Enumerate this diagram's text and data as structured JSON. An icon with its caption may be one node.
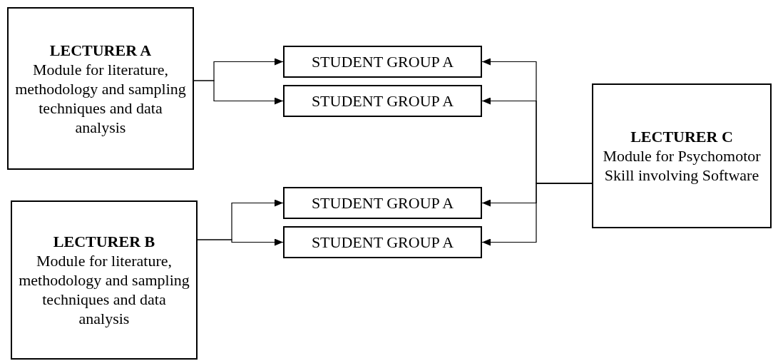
{
  "diagram": {
    "nodes": [
      {
        "text": [
          "LECTURER A",
          "Module for literature, methodology and sampling techniques and data analysis"
        ]
      },
      {
        "text": [
          "STUDENT GROUP A"
        ]
      },
      {
        "text": [
          "STUDENT GROUP A"
        ]
      },
      {
        "text": [
          "LECTURER B",
          "Module for literature, methodology and sampling techniques and data analysis"
        ]
      },
      {
        "text": [
          "STUDENT GROUP A"
        ]
      },
      {
        "text": [
          "STUDENT GROUP A"
        ]
      },
      {
        "text": [
          "LECTURER C",
          "Module for Psychomotor Skill involving Software"
        ]
      }
    ],
    "edges": [
      {
        "from": 0,
        "to": 1,
        "arrow": "to"
      },
      {
        "from": 0,
        "to": 2,
        "arrow": "to"
      },
      {
        "from": 3,
        "to": 4,
        "arrow": "to"
      },
      {
        "from": 3,
        "to": 5,
        "arrow": "to"
      },
      {
        "from": 6,
        "to": 1,
        "arrow": "to"
      },
      {
        "from": 6,
        "to": 2,
        "arrow": "to"
      },
      {
        "from": 6,
        "to": 4,
        "arrow": "to"
      },
      {
        "from": 6,
        "to": 5,
        "arrow": "to"
      }
    ]
  }
}
